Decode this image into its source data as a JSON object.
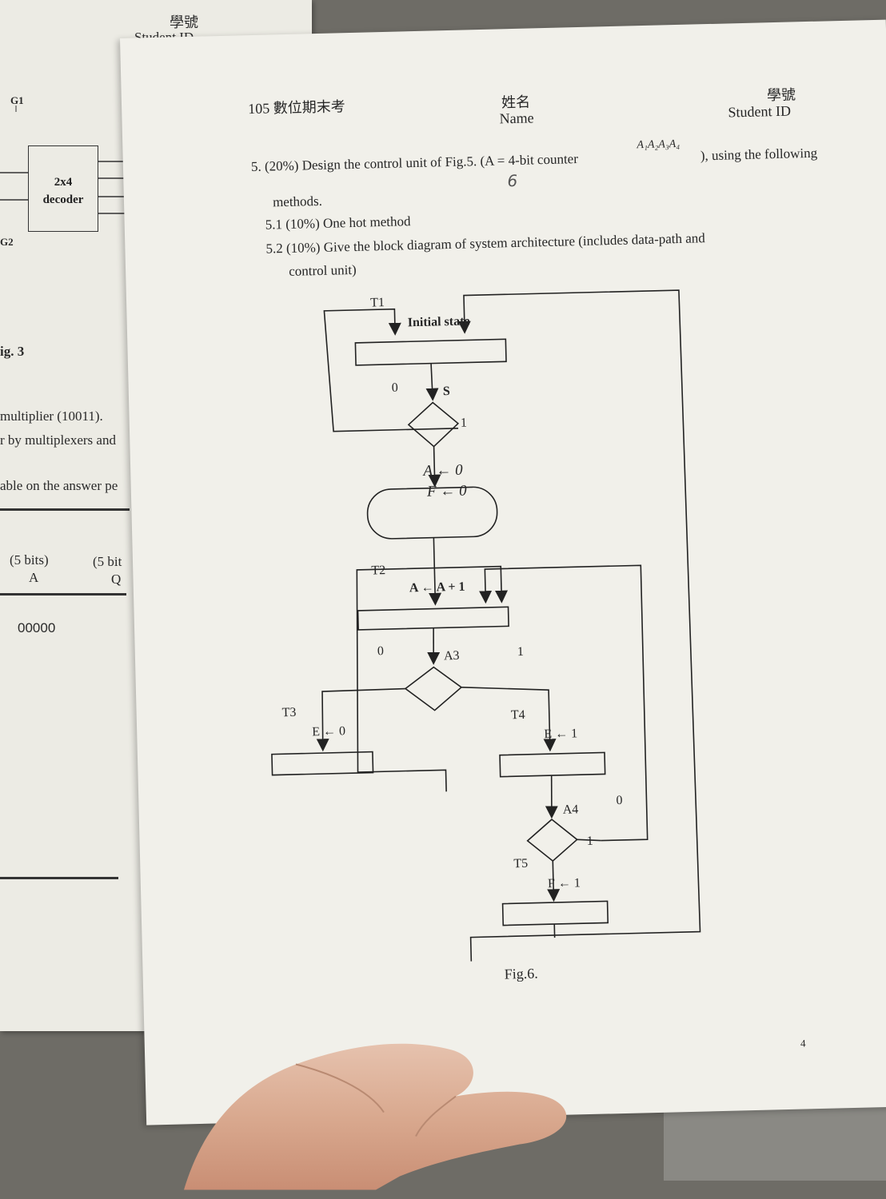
{
  "back_sheet": {
    "id_label_cn": "學號",
    "id_label_en": "Student ID",
    "g1_label": "G1",
    "g2_label": "G2",
    "decoder_line1": "2x4",
    "decoder_line2": "decoder",
    "fig_caption": "ig. 3",
    "text_line1": "multiplier (10011).",
    "text_line2": "r by multiplexers and",
    "text_line3": "able on the answer pe",
    "table": {
      "col1_bits": "(5 bits)",
      "col1_name": "A",
      "col2_bits": "(5 bit",
      "col2_name": "Q",
      "first_value": "00000"
    }
  },
  "front_sheet": {
    "exam_title": "105 數位期末考",
    "name_cn": "姓名",
    "name_en": "Name",
    "id_cn": "學號",
    "id_en": "Student ID",
    "question": {
      "line1": "5.  (20%) Design the control unit of Fig.5. (A = 4-bit counter",
      "counter_bits": "A₁A₂A₃A₄",
      "line1_end": "), using the following",
      "handwritten_note": "6",
      "line2": "methods.",
      "sub1": "5.1   (10%) One hot method",
      "sub2": "5.2 (10%) Give the block diagram of system architecture (includes data-path and",
      "sub2_cont": "control unit)"
    },
    "flowchart": {
      "t1": "T1",
      "initial_state": "Initial state",
      "decision_s": "S",
      "s_zero": "0",
      "s_one": "1",
      "init_line1": "A ← 0",
      "init_line2": "F ← 0",
      "t2": "T2",
      "increment": "A ← A + 1",
      "decision_a3": "A3",
      "a3_zero": "0",
      "a3_one": "1",
      "t3": "T3",
      "e_clear": "E ← 0",
      "t4": "T4",
      "e_set": "E ← 1",
      "decision_a4": "A4",
      "a4_zero": "0",
      "a4_one": "1",
      "t5": "T5",
      "f_set": "F ← 1"
    },
    "fig_caption": "Fig.6.",
    "page_number": "4"
  }
}
